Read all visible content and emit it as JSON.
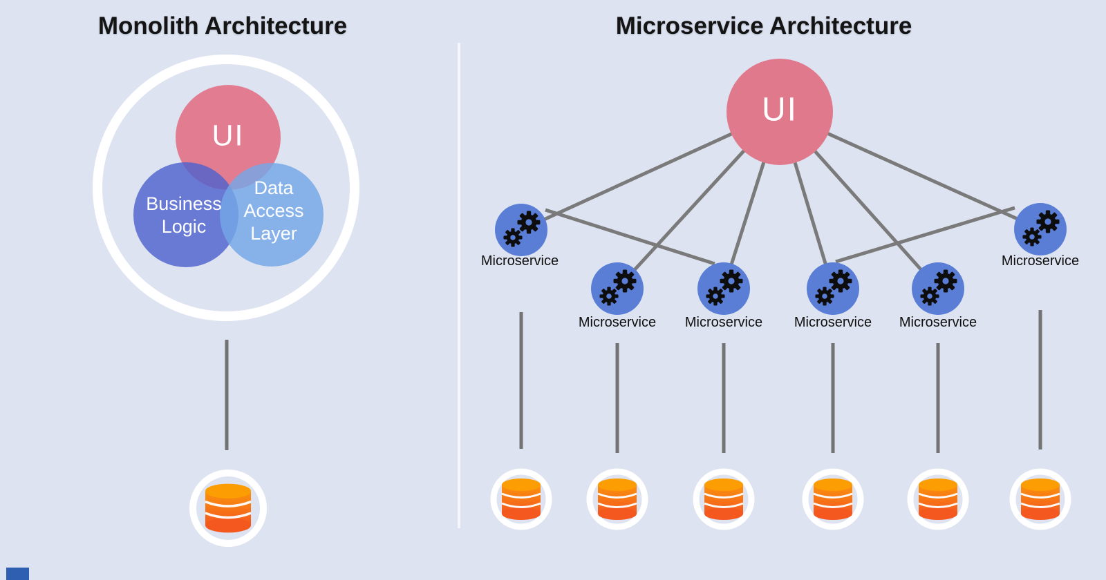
{
  "left": {
    "title": "Monolith Architecture",
    "ui_label": "UI",
    "business_logic_label": "Business Logic",
    "data_access_label": "Data Access Layer"
  },
  "right": {
    "title": "Microservice Architecture",
    "ui_label": "UI",
    "microservices": [
      {
        "label": "Microservice"
      },
      {
        "label": "Microservice"
      },
      {
        "label": "Microservice"
      },
      {
        "label": "Microservice"
      },
      {
        "label": "Microservice"
      },
      {
        "label": "Microservice"
      }
    ]
  },
  "colors": {
    "background": "#dde3f0",
    "ui_circle": "#e0798c",
    "ui_circle_venn": "#e3677b",
    "business_logic_circle": "#4f63cd",
    "data_access_circle": "#74a7e6",
    "microservice_circle": "#5a7ed6",
    "connector_line": "#7a7a7a",
    "db_line": "#737373",
    "white_ring": "#ffffff",
    "divider": "#f5f7fc",
    "database_top_ellipse": "#fc9e03",
    "database_gradient_top": "#fa930c",
    "database_gradient_bottom": "#f4581f",
    "title_text": "#141414",
    "corner_accent": "#2e5fb0"
  },
  "icons": {
    "microservice_icon": "gears-icon",
    "database_icon": "database-icon"
  }
}
